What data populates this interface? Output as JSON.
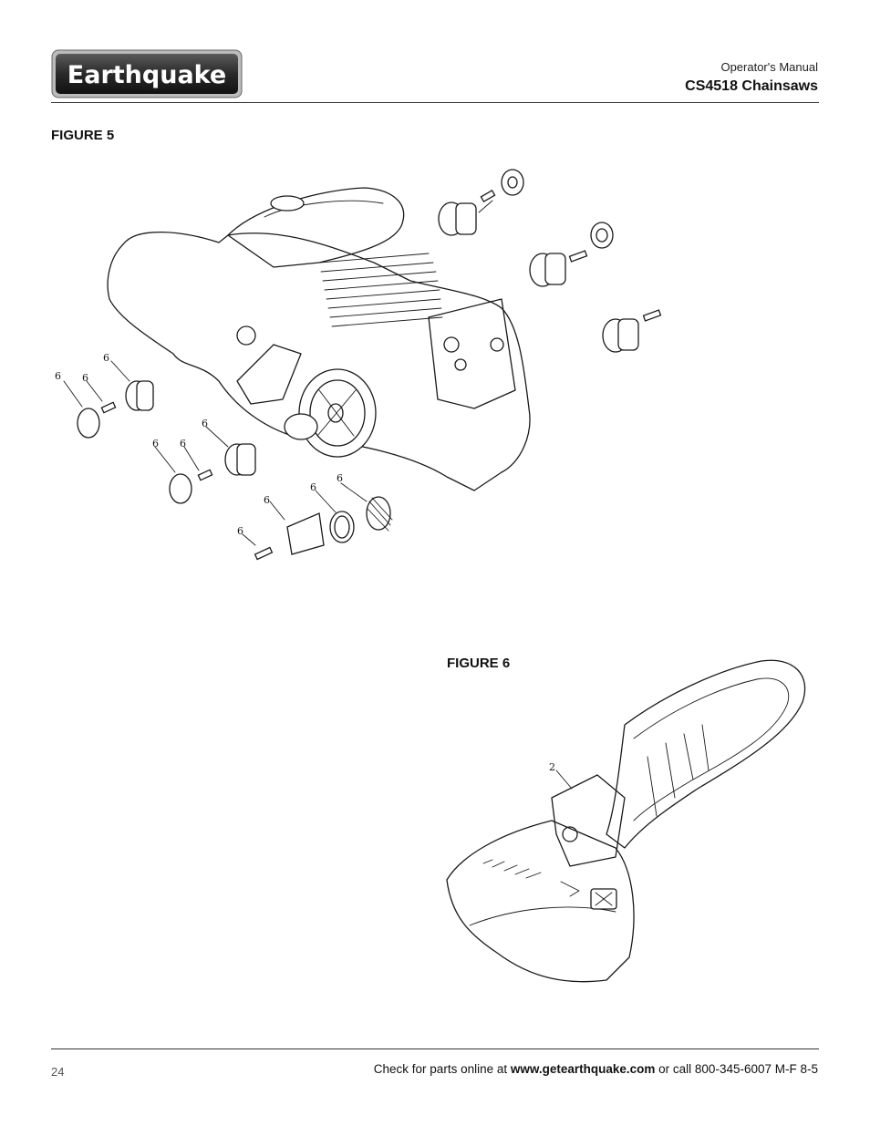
{
  "header": {
    "logo_text": "Earthquake",
    "subtitle": "Operator's Manual",
    "title": "CS4518 Chainsaws"
  },
  "figure5": {
    "label": "FIGURE 5",
    "callouts": [
      "6",
      "6",
      "6",
      "6",
      "6",
      "6",
      "6",
      "6",
      "6",
      "6"
    ]
  },
  "figure6": {
    "label": "FIGURE 6",
    "callouts": [
      "2"
    ]
  },
  "footer": {
    "page_number": "24",
    "text_before": "Check for parts online at ",
    "url": "www.getearthquake.com",
    "text_after": " or call 800-345-6007 M-F 8-5"
  },
  "colors": {
    "logo_bg": "#2b2b2b",
    "logo_text": "#ffffff",
    "rule": "#333333"
  }
}
